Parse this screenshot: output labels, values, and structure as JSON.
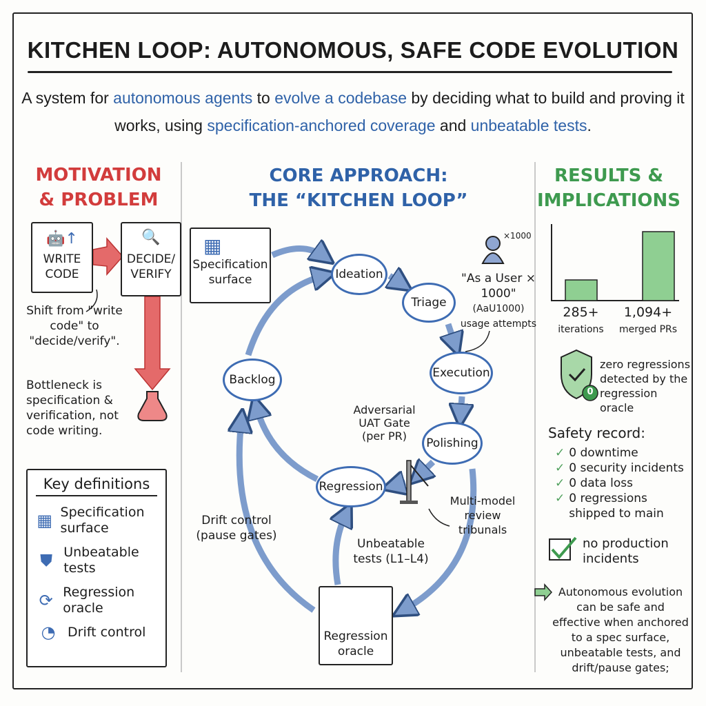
{
  "title": "KITCHEN LOOP: AUTONOMOUS, SAFE CODE EVOLUTION",
  "subtitle": {
    "p1": "A system for ",
    "h1": "autonomous agents",
    "p2": " to ",
    "h2": "evolve a codebase",
    "p3": " by deciding what to build and proving it works, using ",
    "h3": "specification-anchored coverage",
    "p4": " and ",
    "h4": "unbeatable tests",
    "p5": "."
  },
  "motivation": {
    "heading_1": "MOTIVATION",
    "heading_2": "& PROBLEM",
    "write_code": "WRITE CODE",
    "decide_verify": "DECIDE/ VERIFY",
    "shift_text": "Shift from \"write code\" to \"decide/verify\".",
    "bottleneck_text": "Bottleneck is specification & verification, not code writing."
  },
  "key_definitions": {
    "heading": "Key definitions",
    "items": [
      {
        "icon": "grid-icon",
        "label": "Specification surface"
      },
      {
        "icon": "shield-icon",
        "label": "Unbeatable tests"
      },
      {
        "icon": "cycle-icon",
        "label": "Regression oracle"
      },
      {
        "icon": "gauge-icon",
        "label": "Drift control"
      }
    ]
  },
  "core": {
    "heading_1": "CORE APPROACH:",
    "heading_2": "THE “KITCHEN LOOP”",
    "spec_surface": "Specification surface",
    "nodes": {
      "ideation": "Ideation",
      "triage": "Triage",
      "execution": "Execution",
      "polishing": "Polishing",
      "regression": "Regression",
      "backlog": "Backlog"
    },
    "user_multiplier": "×1000",
    "aau_quote": "\"As a User × 1000\"",
    "aau_abbrev": "(AaU1000)",
    "aau_desc": "usage attempts",
    "uat_gate": "Adversarial UAT Gate (per PR)",
    "tribunals": "Multi-model review tribunals",
    "drift_control": "Drift control (pause gates)",
    "unbeatable_tests": "Unbeatable tests (L1–L4)",
    "regression_oracle": "Regression oracle"
  },
  "results": {
    "heading_1": "RESULTS &",
    "heading_2": "IMPLICATIONS",
    "bars": [
      {
        "value": 285,
        "label": "285+",
        "caption": "iterations"
      },
      {
        "value": 1094,
        "label": "1,094+",
        "caption": "merged PRs"
      }
    ],
    "zero_badge": "0",
    "zero_regressions": "zero regressions detected by the regression oracle",
    "safety_heading": "Safety record:",
    "safety_items": [
      "0 downtime",
      "0 security incidents",
      "0 data loss",
      "0 regressions shipped to main"
    ],
    "no_incidents": "no production incidents",
    "conclusion": "Autonomous evolution can be safe and effective when anchored to a spec surface, unbeatable tests, and drift/pause gates;"
  },
  "colors": {
    "red": "#d23c3c",
    "blue": "#2f62a8",
    "green": "#3e9a4f",
    "arrow": "#7d9ccc"
  }
}
